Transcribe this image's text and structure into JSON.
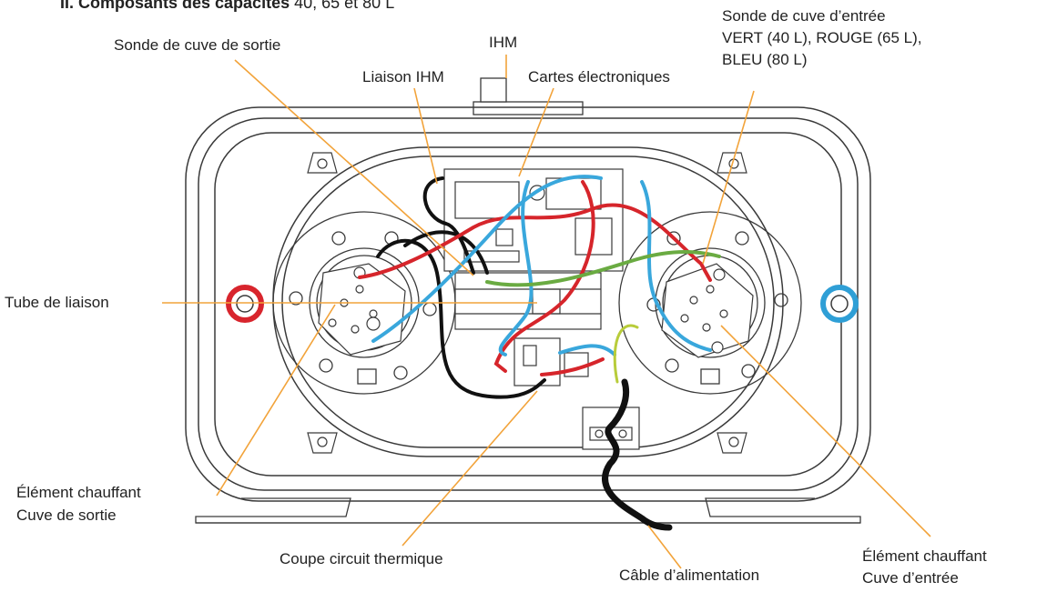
{
  "heading": {
    "prefix": "II. Composants des capacités",
    "suffix": "40, 65 et 80 L"
  },
  "labels": {
    "outlet_probe": "Sonde de cuve de sortie",
    "hmi": "IHM",
    "hmi_link": "Liaison IHM",
    "electronic_boards": "Cartes électroniques",
    "inlet_probe": [
      "Sonde de cuve d’entrée",
      "VERT (40 L), ROUGE (65 L),",
      "BLEU (80 L)"
    ],
    "connecting_tube": "Tube de liaison",
    "outlet_heating_element": [
      "Élément chauffant",
      "Cuve de sortie"
    ],
    "thermal_cutout": "Coupe circuit thermique",
    "power_cable": "Câble d’alimentation",
    "inlet_heating_element": [
      "Élément chauffant",
      "Cuve d’entrée"
    ]
  },
  "colors": {
    "leader_line": "#f2a33a",
    "outline": "#3a3a3a",
    "wire_red": "#d6252b",
    "wire_blue": "#39a7dc",
    "wire_green": "#6aab42",
    "wire_black": "#111111",
    "wire_yellow_green": "#b8cc3a",
    "outlet_fitting": "#d8252d",
    "inlet_fitting": "#2f9fd6"
  }
}
